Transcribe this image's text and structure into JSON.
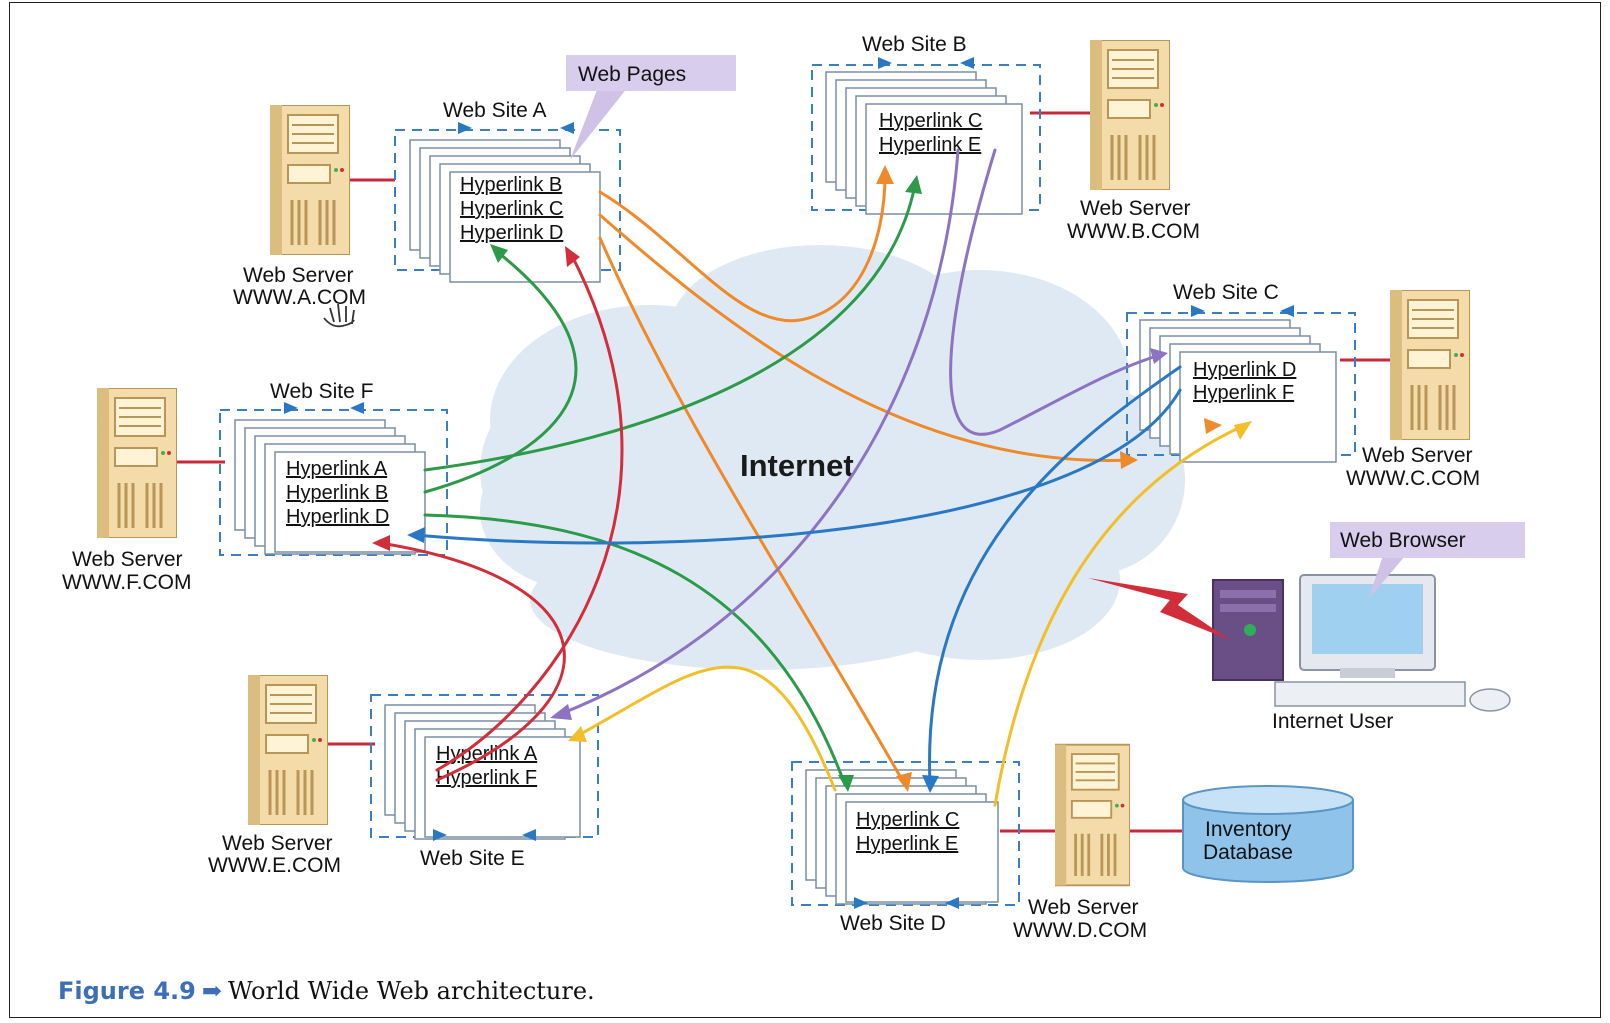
{
  "cloud_label": "Internet",
  "callouts": {
    "web_pages": "Web Pages",
    "web_browser": "Web Browser"
  },
  "sites": {
    "a": {
      "label": "Web Site A",
      "links": [
        "Hyperlink B",
        "Hyperlink C",
        "Hyperlink D"
      ],
      "server": [
        "Web Server",
        "WWW.A.COM"
      ]
    },
    "b": {
      "label": "Web Site B",
      "links": [
        "Hyperlink C",
        "Hyperlink E"
      ],
      "server": [
        "Web Server",
        "WWW.B.COM"
      ]
    },
    "c": {
      "label": "Web Site C",
      "links": [
        "Hyperlink D",
        "Hyperlink F"
      ],
      "server": [
        "Web Server",
        "WWW.C.COM"
      ]
    },
    "d": {
      "label": "Web Site D",
      "links": [
        "Hyperlink C",
        "Hyperlink E"
      ],
      "server": [
        "Web Server",
        "WWW.D.COM"
      ]
    },
    "e": {
      "label": "Web Site E",
      "links": [
        "Hyperlink A",
        "Hyperlink F"
      ],
      "server": [
        "Web Server",
        "WWW.E.COM"
      ]
    },
    "f": {
      "label": "Web Site F",
      "links": [
        "Hyperlink A",
        "Hyperlink B",
        "Hyperlink D"
      ],
      "server": [
        "Web Server",
        "WWW.F.COM"
      ]
    }
  },
  "database": [
    "Inventory",
    "Database"
  ],
  "user_label": "Internet User",
  "caption": {
    "figure": "Figure 4.9",
    "text": "World Wide Web architecture."
  },
  "colors": {
    "orange": "#ef8a2a",
    "green": "#2c9a48",
    "red": "#d22d3a",
    "purple": "#8e73c2",
    "blue": "#2a78c4",
    "yellow": "#f2bf2a",
    "server": "#e9cf9a",
    "cloud": "#dce8f3",
    "dash": "#3a7fc4"
  }
}
